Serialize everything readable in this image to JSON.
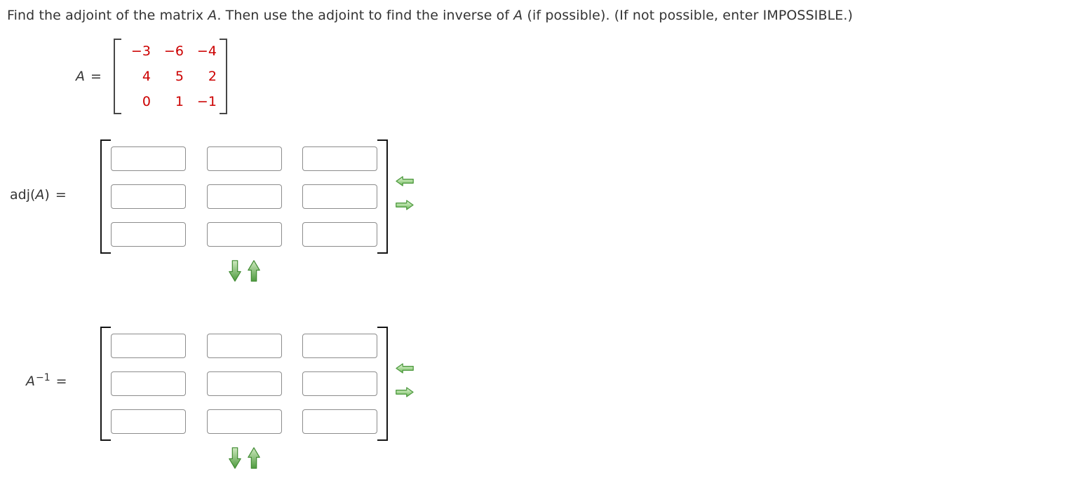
{
  "question": {
    "part1": "Find the adjoint of the matrix ",
    "var1": "A",
    "part2": ". Then use the adjoint to find the inverse of ",
    "var2": "A",
    "part3": " (if possible). (If not possible, enter IMPOSSIBLE.)"
  },
  "matrix_a": {
    "var": "A",
    "eq": "=",
    "values": [
      [
        "−3",
        "−6",
        "−4"
      ],
      [
        "4",
        "5",
        "2"
      ],
      [
        "0",
        "1",
        "−1"
      ]
    ]
  },
  "adjoint": {
    "label_fn": "adj(",
    "label_var": "A",
    "label_close": ")",
    "label_eq": "=",
    "rows": 3,
    "cols": 3,
    "input_value": ""
  },
  "inverse": {
    "label_var": "A",
    "label_sup": "−1",
    "label_eq": "=",
    "rows": 3,
    "cols": 3,
    "input_value": ""
  },
  "icons": {
    "left_arrow": "left-block-arrow",
    "right_arrow": "right-block-arrow",
    "down_arrow": "down-block-arrow",
    "up_arrow": "up-block-arrow"
  },
  "colors": {
    "matrix_values": "#cc0000",
    "text": "#333333",
    "arrow_green": "#4e9a3f",
    "box_border": "#8c8c8c"
  }
}
